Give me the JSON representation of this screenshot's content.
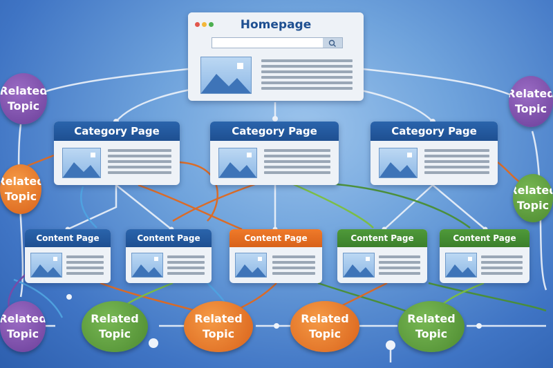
{
  "homepage": {
    "title": "Homepage"
  },
  "category_pages": [
    {
      "title": "Category Page"
    },
    {
      "title": "Category Page"
    },
    {
      "title": "Category Page"
    }
  ],
  "content_pages": [
    {
      "title": "Content Page",
      "accent": "blue"
    },
    {
      "title": "Content Page",
      "accent": "blue"
    },
    {
      "title": "Content Page",
      "accent": "orange"
    },
    {
      "title": "Content Page",
      "accent": "green"
    },
    {
      "title": "Content Page",
      "accent": "green"
    }
  ],
  "related_topics": [
    {
      "label": "Related Topic",
      "color": "purple"
    },
    {
      "label": "Related Topic",
      "color": "purple"
    },
    {
      "label": "Related Topic",
      "color": "orange"
    },
    {
      "label": "Related Topic",
      "color": "green"
    },
    {
      "label": "Related Topic",
      "color": "purple"
    },
    {
      "label": "Related Topic",
      "color": "green"
    },
    {
      "label": "Related Topic",
      "color": "orange"
    },
    {
      "label": "Related Topic",
      "color": "orange"
    },
    {
      "label": "Related Topic",
      "color": "green"
    }
  ],
  "colors": {
    "blue_header": "#1e4f91",
    "orange": "#e0691f",
    "green": "#4a8f34",
    "purple": "#7a4aa8",
    "connector": "#eef3fa"
  },
  "icons": [
    "image-placeholder-icon",
    "search-icon",
    "window-dots-icon"
  ]
}
